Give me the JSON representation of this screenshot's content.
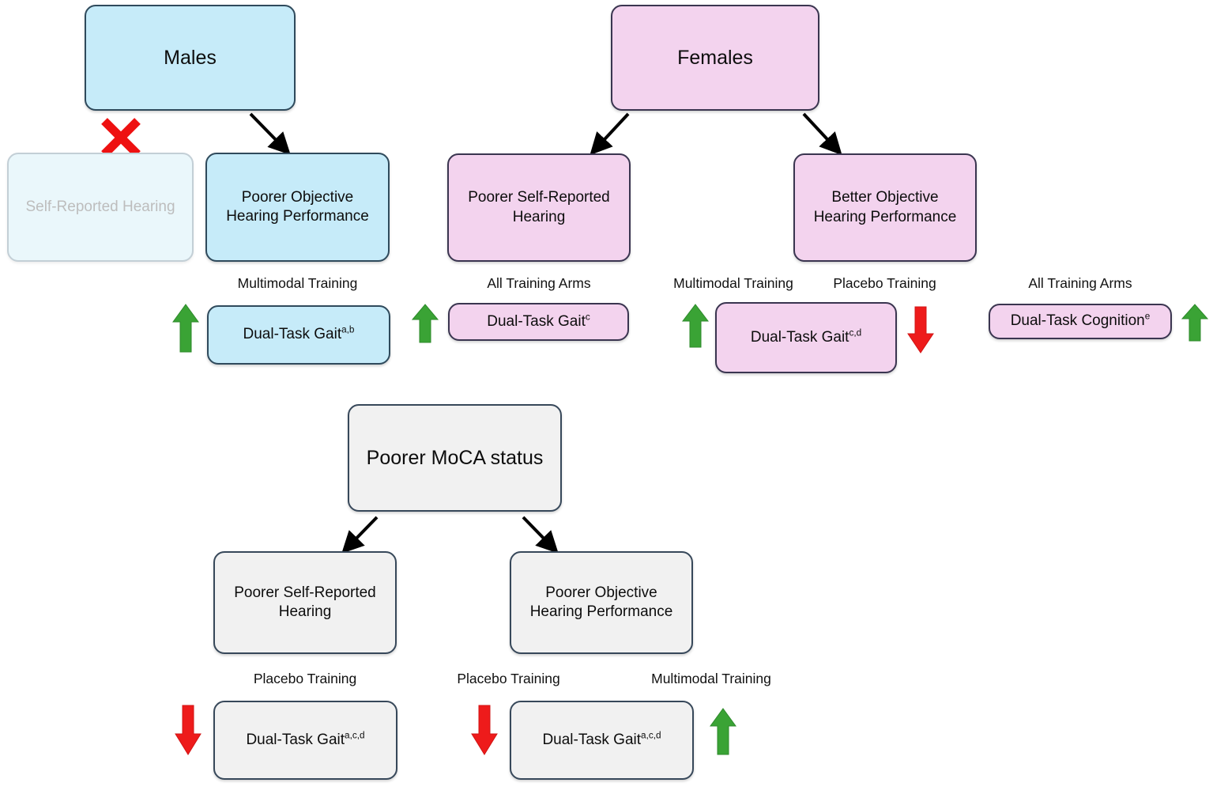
{
  "figure": {
    "colors": {
      "blue_fill": "#c6ebf9",
      "blue_faded_fill": "#eaf7fb",
      "pink_fill": "#f3d3ee",
      "grey_fill": "#f1f1f1",
      "border_dark": "#2f4a5c",
      "arrow_up_green": "#3aa335",
      "arrow_down_red": "#ee1b1b",
      "cross_red": "#ee1111",
      "faded_text": "#bdbdbd"
    },
    "branches": {
      "males": {
        "root_label": "Males",
        "excluded_node_label": "Self-Reported Hearing",
        "excluded_marker": "cross-red",
        "outcome_node_label": "Poorer Objective\nHearing Performance",
        "result": {
          "training_label": "Multimodal Training",
          "measure": "Dual-Task Gait",
          "footnotes": "a,b",
          "direction": "up"
        }
      },
      "females": {
        "root_label": "Females",
        "left_node_label": "Poorer Self-Reported\nHearing",
        "right_node_label": "Better Objective\nHearing Performance",
        "results": [
          {
            "training_label": "All Training Arms",
            "measure": "Dual-Task Gait",
            "footnotes": "c",
            "direction": "up"
          },
          {
            "training_label_left": "Multimodal Training",
            "training_label_right": "Placebo Training",
            "measure": "Dual-Task Gait",
            "footnotes": "c,d",
            "direction_left": "up",
            "direction_right": "down"
          },
          {
            "training_label": "All Training Arms",
            "measure": "Dual-Task Cognition",
            "footnotes": "e",
            "direction": "up"
          }
        ]
      },
      "moca": {
        "root_label": "Poorer MoCA status",
        "left_node_label": "Poorer Self-Reported\nHearing",
        "right_node_label": "Poorer Objective\nHearing Performance",
        "results": [
          {
            "training_label": "Placebo Training",
            "measure": "Dual-Task Gait",
            "footnotes": "a,c,d",
            "direction": "down"
          },
          {
            "training_label_left": "Placebo Training",
            "training_label_right": "Multimodal Training",
            "measure": "Dual-Task Gait",
            "footnotes": "a,c,d",
            "direction_left": "down",
            "direction_right": "up"
          }
        ]
      }
    },
    "text": {
      "males": "Males",
      "females": "Females",
      "self_reported_hearing": "Self-Reported Hearing",
      "poorer_objective_hearing_performance": "Poorer Objective Hearing Performance",
      "poorer_objective_line1": "Poorer Objective",
      "poorer_objective_line2": "Hearing Performance",
      "better_objective_line1": "Better Objective",
      "better_objective_line2": "Hearing Performance",
      "poorer_self_reported_line1": "Poorer Self-Reported",
      "poorer_self_reported_line2": "Hearing",
      "poorer_moca_status": "Poorer MoCA status",
      "multimodal_training": "Multimodal Training",
      "all_training_arms": "All Training Arms",
      "placebo_training": "Placebo Training",
      "dual_task_gait": "Dual-Task Gait",
      "dual_task_cognition": "Dual-Task Cognition",
      "fn_ab": "a,b",
      "fn_c": "c",
      "fn_cd": "c,d",
      "fn_e": "e",
      "fn_acd": "a,c,d"
    }
  }
}
